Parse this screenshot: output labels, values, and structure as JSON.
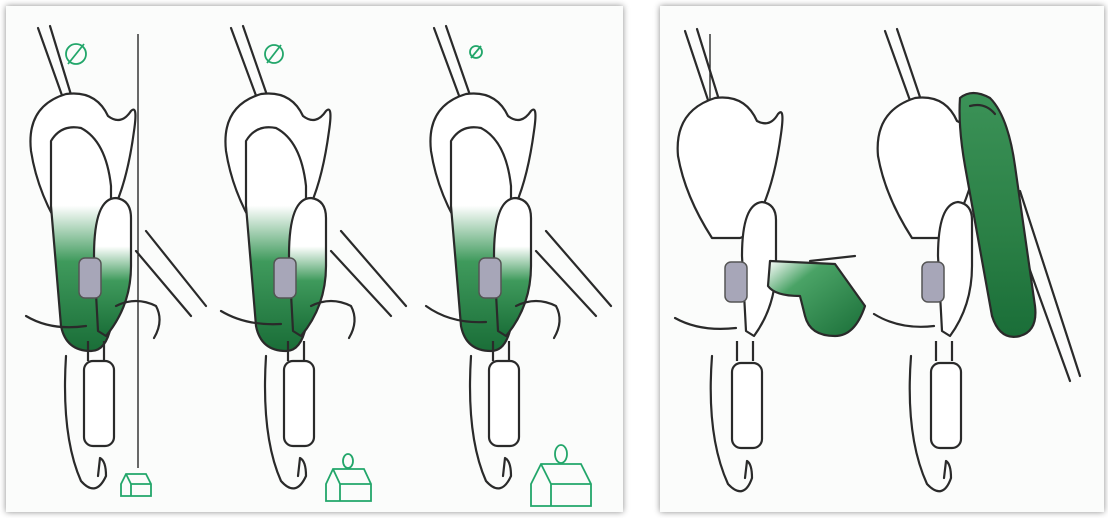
{
  "colors": {
    "webbing_dark": "#1a6e38",
    "webbing_light": "#ffffff",
    "symbol_green": "#22a66a",
    "gate_grey": "#a7a6b8",
    "outline": "#2a2a2a"
  },
  "symbols": {
    "diameter_1": "Ø",
    "diameter_2": "Ø",
    "diameter_3": "ø"
  }
}
